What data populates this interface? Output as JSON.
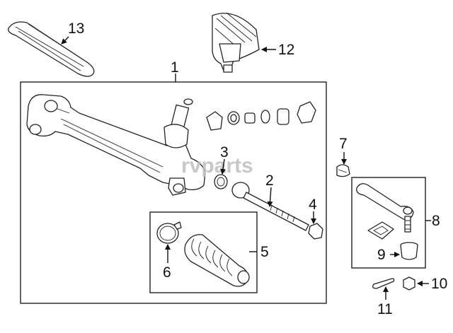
{
  "watermark": "rvparts",
  "callouts": {
    "c1": "1",
    "c2": "2",
    "c3": "3",
    "c4": "4",
    "c5": "5",
    "c6": "6",
    "c7": "7",
    "c8": "8",
    "c9": "9",
    "c10": "10",
    "c11": "11",
    "c12": "12",
    "c13": "13"
  }
}
